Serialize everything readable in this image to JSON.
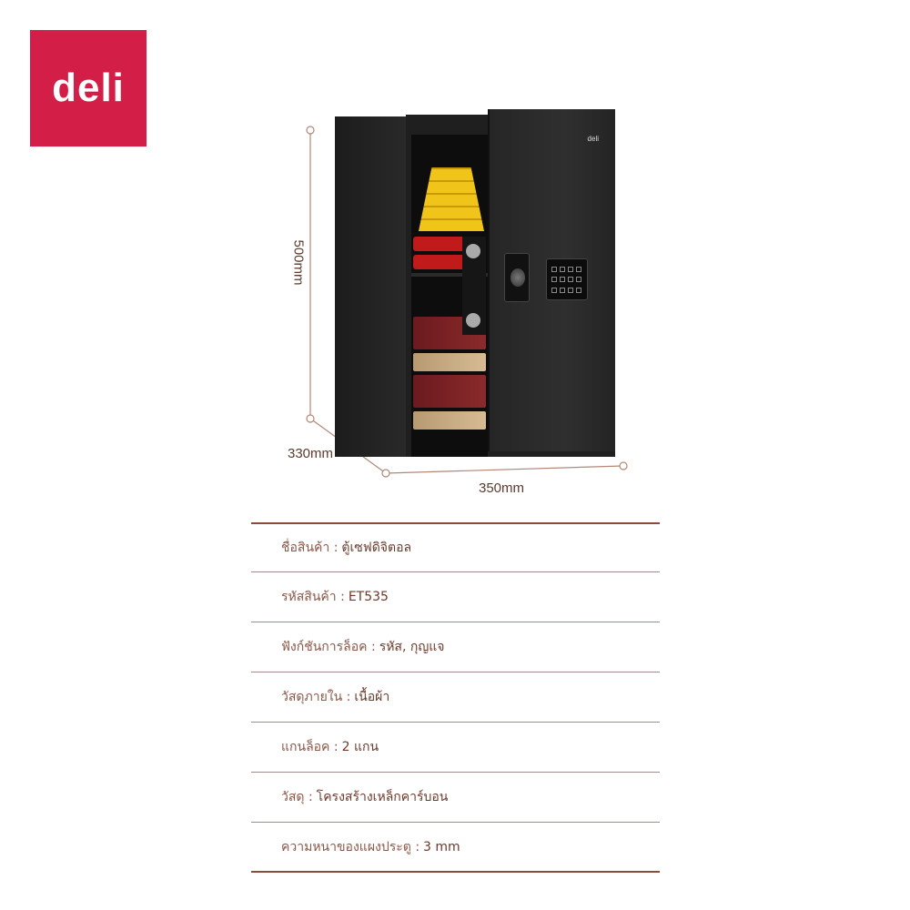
{
  "brand": {
    "logo_text": "deli",
    "logo_color": "#d31f47",
    "door_logo": "deli"
  },
  "dimensions": {
    "height": "500mm",
    "depth": "330mm",
    "width": "350mm",
    "line_color": "#b08878"
  },
  "specs": [
    {
      "label": "ชื่อสินค้า :",
      "value": "ตู้เซฟดิจิตอล"
    },
    {
      "label": "รหัสสินค้า :",
      "value": "ET535"
    },
    {
      "label": "ฟังก์ชันการล็อค :",
      "value": "รหัส, กุญแจ"
    },
    {
      "label": "วัสดุภายใน :",
      "value": "เนื้อผ้า"
    },
    {
      "label": "แกนล็อค :",
      "value": "2 แกน"
    },
    {
      "label": "วัสดุ :",
      "value": "โครงสร้างเหล็กคาร์บอน"
    },
    {
      "label": "ความหนาของแผงประตู :",
      "value": "3 mm"
    }
  ]
}
